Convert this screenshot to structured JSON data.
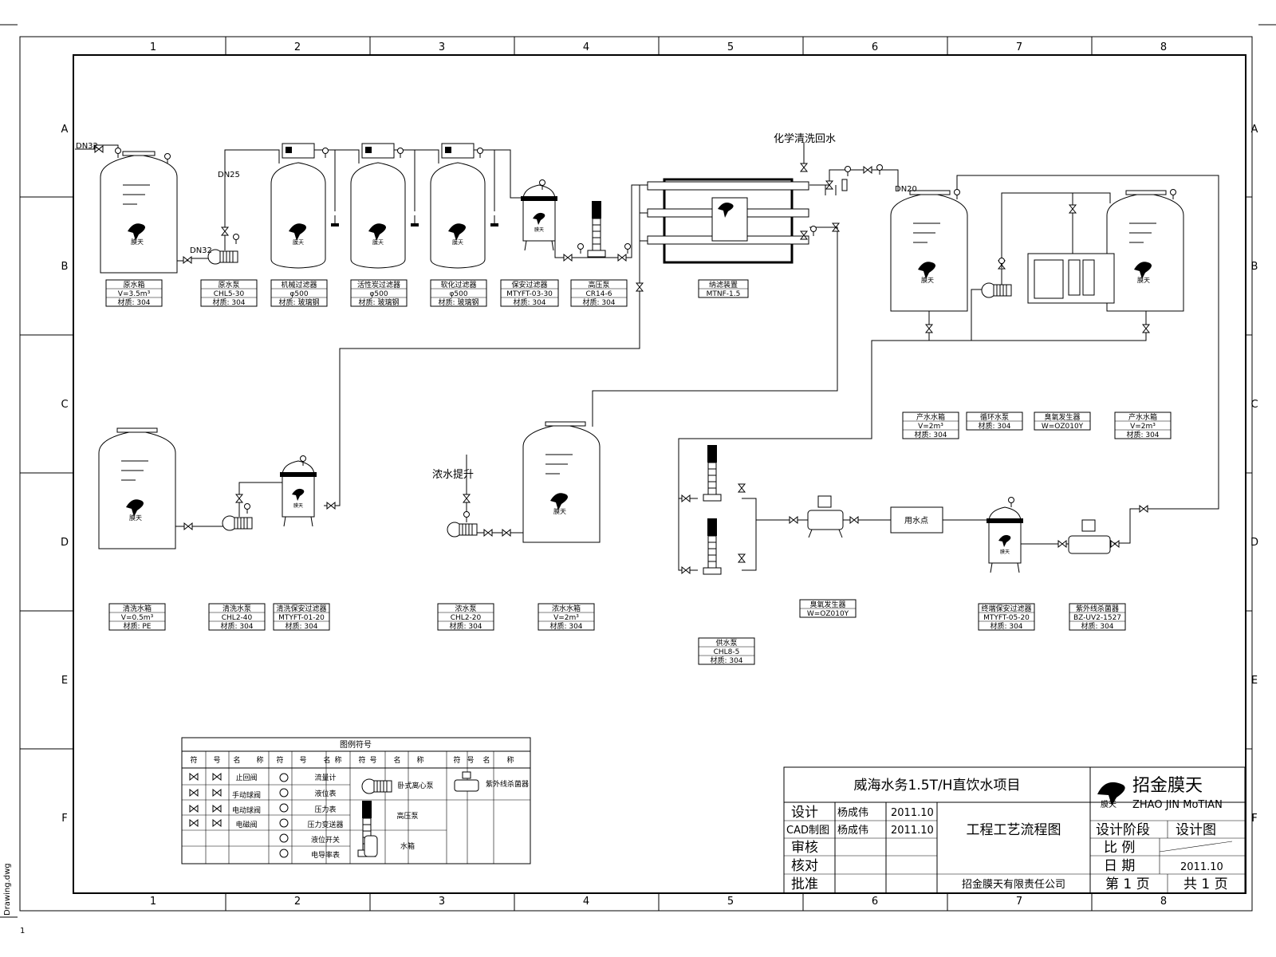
{
  "grid": {
    "cols": [
      "1",
      "2",
      "3",
      "4",
      "5",
      "6",
      "7",
      "8"
    ],
    "rows": [
      "A",
      "B",
      "C",
      "D",
      "E",
      "F"
    ]
  },
  "file_tab": "Drawing.dwg",
  "corner_mark": "1",
  "annotations": {
    "chem_return": "化学清洗回水",
    "conc_lift": "浓水提升",
    "pipe_dn32": "DN32",
    "pipe_dn25": "DN25",
    "pipe_dn20": "DN20",
    "pipe_dn32b": "DN32"
  },
  "equipment": [
    {
      "key": "raw_tank",
      "lines": [
        "原水箱",
        "V=3.5m³",
        "材质: 304"
      ]
    },
    {
      "key": "raw_pump",
      "lines": [
        "原水泵",
        "CHL5-30",
        "材质: 304"
      ]
    },
    {
      "key": "mm_filter",
      "lines": [
        "机械过滤器",
        "φ500",
        "材质: 玻璃钢"
      ]
    },
    {
      "key": "ac_filter",
      "lines": [
        "活性炭过滤器",
        "φ500",
        "材质: 玻璃钢"
      ]
    },
    {
      "key": "softener",
      "lines": [
        "软化过滤器",
        "φ500",
        "材质: 玻璃钢"
      ]
    },
    {
      "key": "security",
      "lines": [
        "保安过滤器",
        "MTYFT-03-30",
        "材质: 304"
      ]
    },
    {
      "key": "hp_pump",
      "lines": [
        "高压泵",
        "CR14-6",
        "材质: 304"
      ]
    },
    {
      "key": "nf",
      "lines": [
        "纳滤装置",
        "MTNF-1.5"
      ]
    },
    {
      "key": "product_tank",
      "lines": [
        "产水水箱",
        "V=2m³",
        "材质: 304"
      ]
    },
    {
      "key": "circ_pump",
      "lines": [
        "循环水泵",
        "材质: 304"
      ]
    },
    {
      "key": "ozone_gen",
      "lines": [
        "臭氧发生器",
        "W=OZ010Y"
      ]
    },
    {
      "key": "product_tank2",
      "lines": [
        "产水水箱",
        "V=2m³",
        "材质: 304"
      ]
    },
    {
      "key": "clean_tank",
      "lines": [
        "清洗水箱",
        "V=0.5m³",
        "材质: PE"
      ]
    },
    {
      "key": "clean_pump",
      "lines": [
        "清洗水泵",
        "CHL2-40",
        "材质: 304"
      ]
    },
    {
      "key": "clean_filter",
      "lines": [
        "清洗保安过滤器",
        "MTYFT-01-20",
        "材质: 304"
      ]
    },
    {
      "key": "conc_pump",
      "lines": [
        "浓水泵",
        "CHL2-20",
        "材质: 304"
      ]
    },
    {
      "key": "conc_tank",
      "lines": [
        "浓水水箱",
        "V=2m³",
        "材质: 304"
      ]
    },
    {
      "key": "ozone_gen2",
      "lines": [
        "臭氧发生器",
        "W=OZ010Y"
      ]
    },
    {
      "key": "supply_pump",
      "lines": [
        "供水泵",
        "CHL8-5",
        "材质: 304"
      ]
    },
    {
      "key": "term_filter",
      "lines": [
        "终端保安过滤器",
        "MTYFT-05-20",
        "材质: 304"
      ]
    },
    {
      "key": "uv",
      "lines": [
        "紫外线杀菌器",
        "BZ-UV2-1527",
        "材质: 304"
      ]
    }
  ],
  "box_texts": {
    "water_point": "用水点"
  },
  "legend": {
    "title": "图例符号",
    "headers": [
      "符",
      "号",
      "名",
      "称",
      "符",
      "号",
      "名",
      "称",
      "符",
      "号",
      "名",
      "称",
      "符",
      "号",
      "名",
      "称"
    ],
    "col1_names": [
      "止回阀",
      "手动球阀",
      "电动球阀",
      "电磁阀"
    ],
    "col2_names": [
      "流量计",
      "液位表",
      "压力表",
      "压力变送器",
      "液位开关",
      "电导率表"
    ],
    "col3_names": [
      "卧式离心泵",
      "高压泵",
      "水箱"
    ],
    "col4_names": [
      "紫外线杀菌器"
    ]
  },
  "title_block": {
    "project": "威海水务1.5T/H直饮水项目",
    "company_cn": "招金膜天",
    "company_en": "ZHAO JIN MoTIAN",
    "logo_text": "膜天",
    "drawing_name": "工程工艺流程图",
    "company_full": "招金膜天有限责任公司",
    "rows": [
      {
        "label": "设计",
        "name": "杨成伟",
        "date": "2011.10"
      },
      {
        "label": "CAD制图",
        "name": "杨成伟",
        "date": "2011.10"
      },
      {
        "label": "审核",
        "name": "",
        "date": ""
      },
      {
        "label": "核对",
        "name": "",
        "date": ""
      },
      {
        "label": "批准",
        "name": "",
        "date": ""
      }
    ],
    "stage_label": "设计阶段",
    "stage_value": "设计图",
    "scale_label": "比 例",
    "date_label": "日 期",
    "date_value": "2011.10",
    "page_label": "第 1 页",
    "total_label": "共 1 页"
  }
}
